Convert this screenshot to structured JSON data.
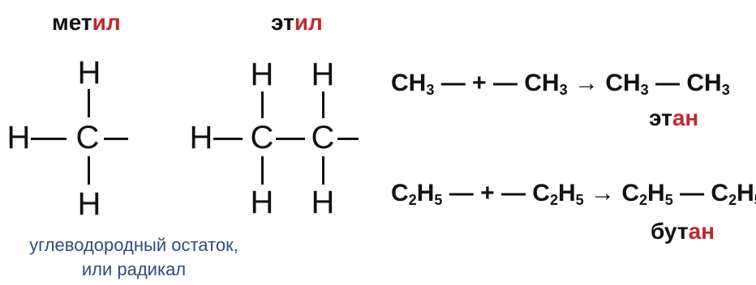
{
  "methyl": {
    "root": "мет",
    "suffix": "ил"
  },
  "ethyl": {
    "root": "эт",
    "suffix": "ил"
  },
  "atoms": {
    "h": "H",
    "c": "C"
  },
  "eq1": {
    "ch": "CH",
    "sub": "3",
    "bond": "—",
    "plus": "+",
    "arrow": "→"
  },
  "eq2": {
    "c": "C",
    "h": "H",
    "c_sub": "2",
    "h_sub": "5"
  },
  "ethane": {
    "root": "эт",
    "suffix": "ан"
  },
  "butane": {
    "root": "бут",
    "suffix": "ан"
  },
  "caption": {
    "line1": "углеводородный остаток,",
    "line2": "или радикал"
  },
  "colors": {
    "suffix": "#c0282d",
    "caption": "#2f4c7a"
  }
}
